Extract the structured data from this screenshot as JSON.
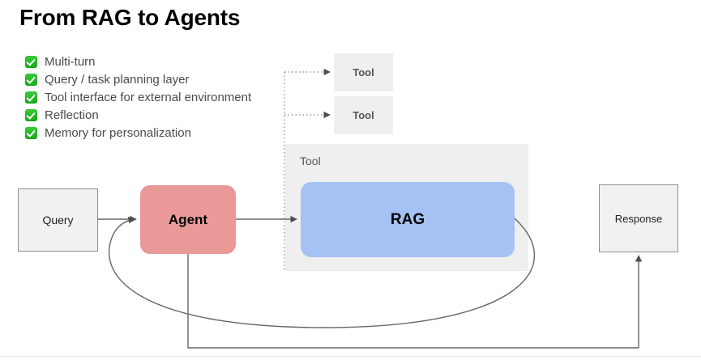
{
  "slide": {
    "title": "From RAG to Agents",
    "background_color": "#ffffff"
  },
  "checklist": {
    "marker_icon": "green-check-icon",
    "marker_color": "#22bb22",
    "items": [
      {
        "label": "Multi-turn"
      },
      {
        "label": "Query / task planning layer"
      },
      {
        "label": "Tool interface for external environment"
      },
      {
        "label": "Reflection"
      },
      {
        "label": "Memory for personalization"
      }
    ]
  },
  "diagram": {
    "nodes": {
      "query": {
        "label": "Query",
        "fill": "#f1f1f1",
        "stroke": "#8d8d8d"
      },
      "agent": {
        "label": "Agent",
        "fill": "#ea9999"
      },
      "tool_panel": {
        "label": "Tool",
        "fill": "#efefef"
      },
      "rag": {
        "label": "RAG",
        "fill": "#a4c2f4"
      },
      "tool_1": {
        "label": "Tool",
        "fill": "#efefef"
      },
      "tool_2": {
        "label": "Tool",
        "fill": "#efefef"
      },
      "response": {
        "label": "Response",
        "fill": "#f1f1f1",
        "stroke": "#8d8d8d"
      }
    },
    "edges": [
      {
        "name": "query-to-agent",
        "style": "solid"
      },
      {
        "name": "agent-to-rag",
        "style": "solid"
      },
      {
        "name": "agent-to-tool-1",
        "style": "dotted"
      },
      {
        "name": "agent-to-tool-2",
        "style": "dotted"
      },
      {
        "name": "rag-to-agent-feedback",
        "style": "solid-curve"
      },
      {
        "name": "agent-to-response",
        "style": "solid-orthogonal"
      }
    ],
    "edge_color": "#666666"
  }
}
